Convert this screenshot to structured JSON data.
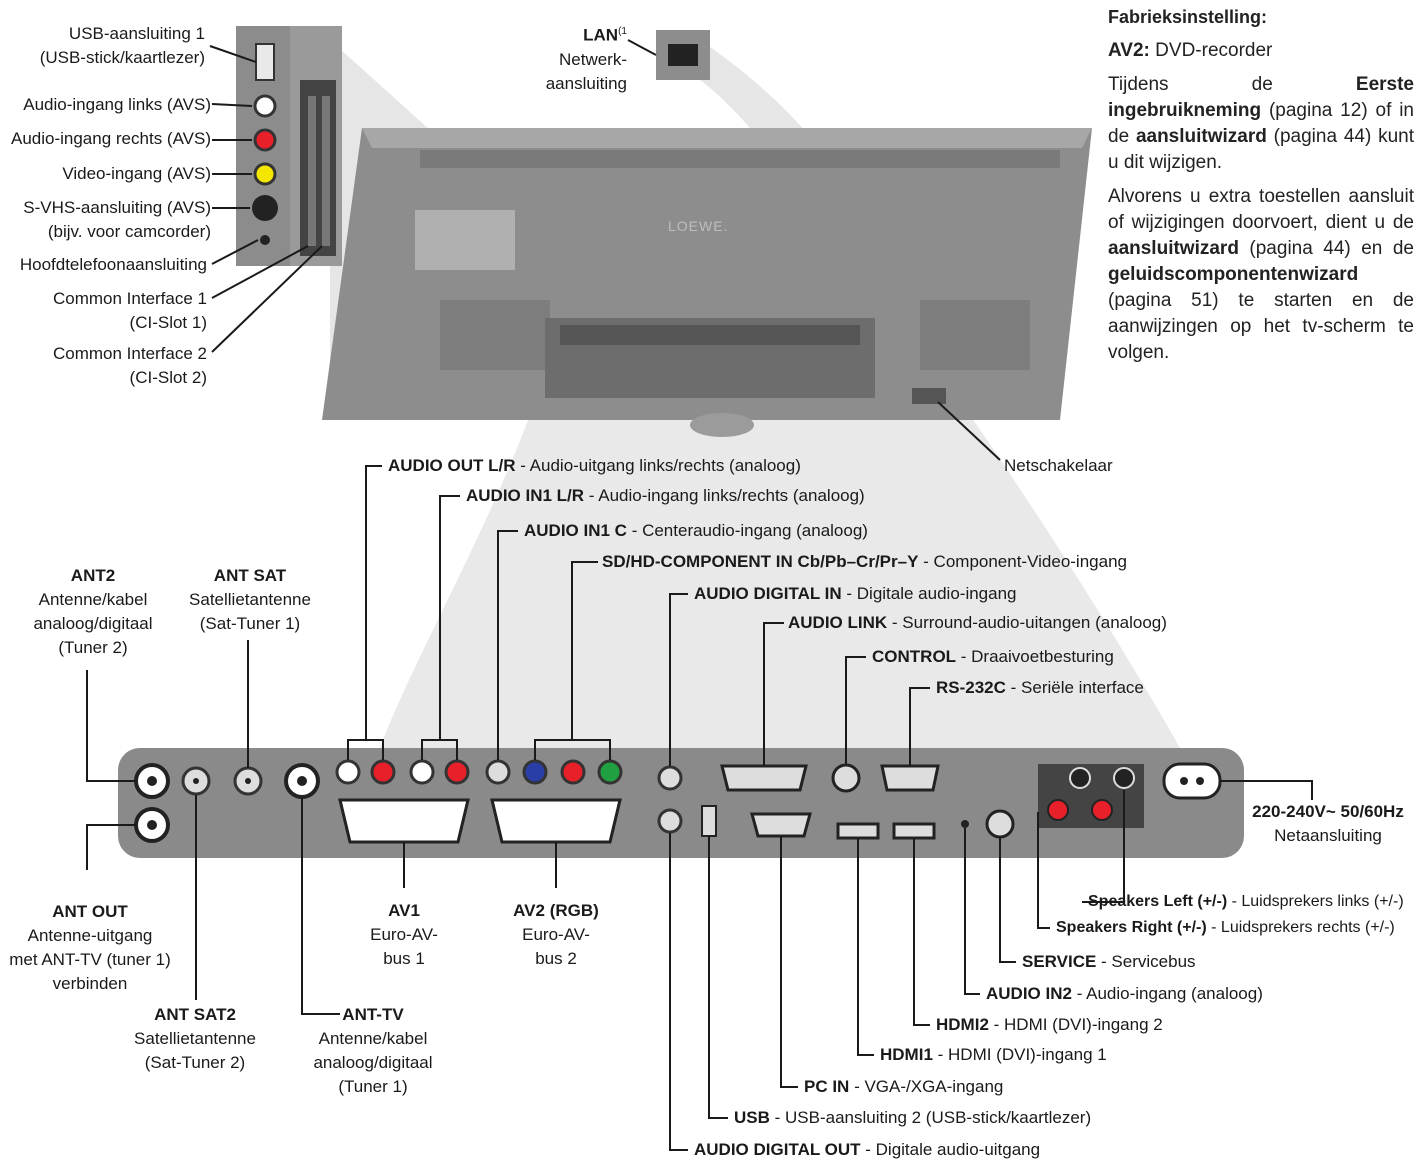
{
  "side_panel": {
    "usb1": {
      "line1": "USB-aansluiting 1",
      "line2": "(USB-stick/kaartlezer)"
    },
    "audio_left": "Audio-ingang links (AVS)",
    "audio_right": "Audio-ingang rechts (AVS)",
    "video_in": "Video-ingang (AVS)",
    "svhs": {
      "line1": "S-VHS-aansluiting (AVS)",
      "line2": "(bijv. voor camcorder)"
    },
    "headphone": "Hoofdtelefoonaansluiting",
    "ci1": {
      "line1": "Common Interface 1",
      "line2": "(CI-Slot 1)"
    },
    "ci2": {
      "line1": "Common Interface 2",
      "line2": "(CI-Slot 2)"
    }
  },
  "lan": {
    "name": "LAN",
    "sup": "(1",
    "line1": "Netwerk-",
    "line2": "aansluiting"
  },
  "tv_logo": "LOEWE.",
  "power_switch": "Netschakelaar",
  "top_connectors": {
    "audio_out": {
      "name": "AUDIO OUT L/R",
      "desc": " - Audio-uitgang links/rechts (analoog)"
    },
    "audio_in1": {
      "name": "AUDIO IN1 L/R",
      "desc": " - Audio-ingang links/rechts (analoog)"
    },
    "audio_in1c": {
      "name": "AUDIO IN1 C",
      "desc": " - Centeraudio-ingang (analoog)"
    },
    "component": {
      "name": "SD/HD-COMPONENT IN Cb/Pb–Cr/Pr–Y",
      "desc": " - Component-Video-ingang"
    },
    "audio_digital_in": {
      "name": "AUDIO DIGITAL IN",
      "desc": " - Digitale audio-ingang"
    },
    "audio_link": {
      "name": "AUDIO LINK",
      "desc": " - Surround-audio-uitangen (analoog)"
    },
    "control": {
      "name": "CONTROL",
      "desc": " - Draaivoetbesturing"
    },
    "rs232": {
      "name": "RS-232C",
      "desc": " - Seriële interface"
    }
  },
  "ant2": {
    "name": "ANT2",
    "l1": "Antenne/kabel",
    "l2": "analoog/digitaal",
    "l3": "(Tuner 2)"
  },
  "ant_sat": {
    "name": "ANT SAT",
    "l1": "Satellietantenne",
    "l2": "(Sat-Tuner 1)"
  },
  "ant_out": {
    "name": "ANT OUT",
    "l1": "Antenne-uitgang",
    "l2": "met ANT-TV (tuner 1)",
    "l3": "verbinden"
  },
  "ant_sat2": {
    "name": "ANT SAT2",
    "l1": "Satellietantenne",
    "l2": "(Sat-Tuner 2)"
  },
  "ant_tv": {
    "name": "ANT-TV",
    "l1": "Antenne/kabel",
    "l2": "analoog/digitaal",
    "l3": "(Tuner 1)"
  },
  "av1": {
    "name": "AV1",
    "l1": "Euro-AV-",
    "l2": "bus 1"
  },
  "av2": {
    "name": "AV2 (RGB)",
    "l1": "Euro-AV-",
    "l2": "bus 2"
  },
  "power": {
    "name": "220-240V~ 50/60Hz",
    "desc": "Netaansluiting"
  },
  "bottom_connectors": {
    "spk_left": {
      "name": "Speakers Left (+/-)",
      "desc": " - Luidsprekers links (+/-)"
    },
    "spk_right": {
      "name": "Speakers Right (+/-)",
      "desc": " - Luidsprekers rechts (+/-)"
    },
    "service": {
      "name": "SERVICE",
      "desc": " - Servicebus"
    },
    "audio_in2": {
      "name": "AUDIO IN2",
      "desc": " - Audio-ingang (analoog)"
    },
    "hdmi2": {
      "name": "HDMI2",
      "desc": " - HDMI (DVI)-ingang 2"
    },
    "hdmi1": {
      "name": "HDMI1",
      "desc": " - HDMI (DVI)-ingang 1"
    },
    "pc_in": {
      "name": "PC IN",
      "desc": " - VGA-/XGA-ingang"
    },
    "usb2": {
      "name": "USB",
      "desc": " - USB-aansluiting 2 (USB-stick/kaartlezer)"
    },
    "audio_digital_out": {
      "name": "AUDIO DIGITAL OUT",
      "desc": " - Digitale audio-uitgang"
    }
  },
  "note": {
    "title": "Fabrieksinstelling:",
    "av2_label": "AV2:",
    "av2_value": " DVD-recorder",
    "p1_a": "Tijdens de ",
    "p1_b": "Eerste ingebruikneming",
    "p1_c": " (pagina 12) of in de ",
    "p1_d": "aansluitwizard",
    "p1_e": " (pagina 44) kunt u dit wijzigen.",
    "p2_a": "Alvorens u extra toestellen aansluit of wijzigingen doorvoert, dient u de ",
    "p2_b": "aansluitwizard",
    "p2_c": " (pagina 44) en de ",
    "p2_d": "geluidscomponentenwizard",
    "p2_e": " (pagina 51) te starten en de aanwijzingen op het tv-scherm te volgen."
  },
  "colors": {
    "panel": "#8a8a8a",
    "white_jack": "#ffffff",
    "red_jack": "#e8202a",
    "yellow_jack": "#f5e600",
    "blue_jack": "#2a3ea8",
    "green_jack": "#20a040"
  }
}
